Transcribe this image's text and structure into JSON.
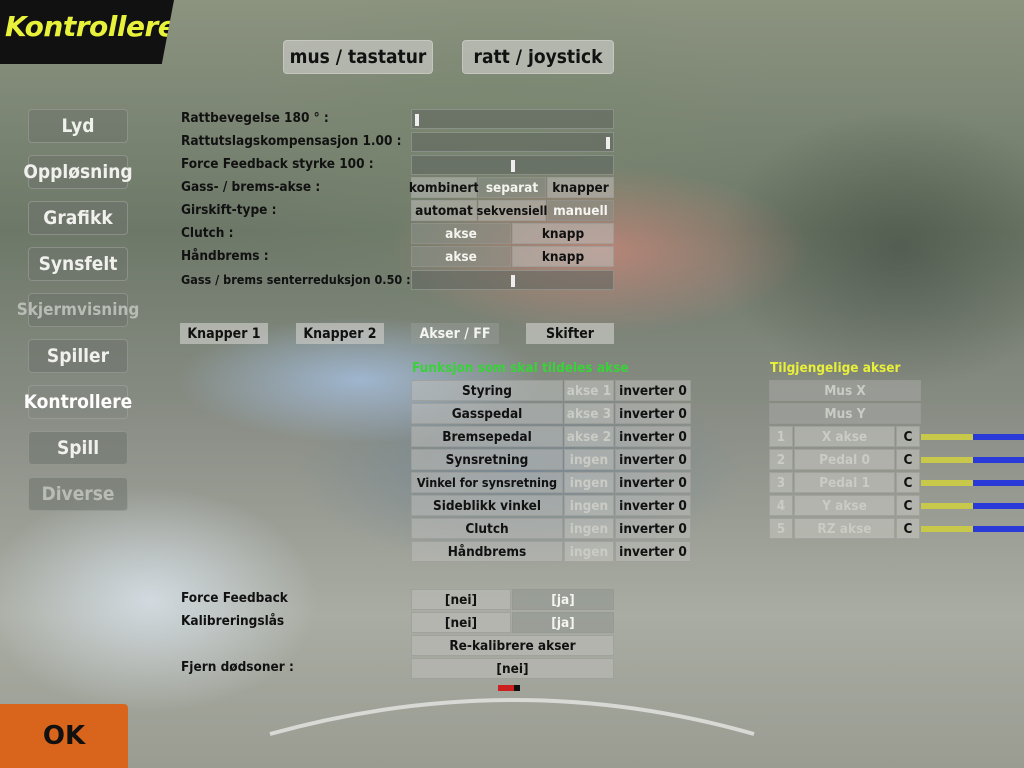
{
  "title": "Kontrollere",
  "top_tabs": [
    "mus / tastatur",
    "ratt / joystick"
  ],
  "menu": [
    {
      "label": "Lyd"
    },
    {
      "label": "Oppløsning"
    },
    {
      "label": "Grafikk"
    },
    {
      "label": "Synsfelt"
    },
    {
      "label": "Skjermvisning"
    },
    {
      "label": "Spiller"
    },
    {
      "label": "Kontrollere"
    },
    {
      "label": "Spill"
    },
    {
      "label": "Diverse"
    }
  ],
  "ok_label": "OK",
  "settings": {
    "rattbevegelse_label": "Rattbevegelse 180 ° :",
    "rattbevegelse_value": 0.0,
    "rattutslag_label": "Rattutslagskompensasjon 1.00 :",
    "rattutslag_value": 1.0,
    "ff_styrke_label": "Force Feedback styrke 100 :",
    "ff_styrke_value": 0.5,
    "gass_brems_akse_label": "Gass- / brems-akse :",
    "gass_brems_akse_options": [
      "kombinert",
      "separat",
      "knapper"
    ],
    "girskift_label": "Girskift-type :",
    "girskift_options": [
      "automat",
      "sekvensiell",
      "manuell"
    ],
    "clutch_label": "Clutch :",
    "clutch_options": [
      "akse",
      "knapp"
    ],
    "handbrems_label": "Håndbrems :",
    "handbrems_options": [
      "akse",
      "knapp"
    ],
    "senterreduksjon_label": "Gass / brems senterreduksjon 0.50 :",
    "senterreduksjon_value": 0.5
  },
  "sub_tabs": [
    "Knapper 1",
    "Knapper 2",
    "Akser / FF",
    "Skifter"
  ],
  "function_header": "Funksjon som skal tildeles akse",
  "functions": [
    {
      "name": "Styring",
      "axis": "akse 1",
      "invert": "inverter 0"
    },
    {
      "name": "Gasspedal",
      "axis": "akse 3",
      "invert": "inverter 0"
    },
    {
      "name": "Bremsepedal",
      "axis": "akse 2",
      "invert": "inverter 0"
    },
    {
      "name": "Synsretning",
      "axis": "ingen",
      "invert": "inverter 0"
    },
    {
      "name": "Vinkel for synsretning",
      "axis": "ingen",
      "invert": "inverter 0"
    },
    {
      "name": "Sideblikk vinkel",
      "axis": "ingen",
      "invert": "inverter 0"
    },
    {
      "name": "Clutch",
      "axis": "ingen",
      "invert": "inverter 0"
    },
    {
      "name": "Håndbrems",
      "axis": "ingen",
      "invert": "inverter 0"
    }
  ],
  "axes_header": "Tilgjengelige akser",
  "mouse_axes": [
    "Mus X",
    "Mus Y"
  ],
  "axes": [
    {
      "num": "1",
      "name": "X akse",
      "c": "C"
    },
    {
      "num": "2",
      "name": "Pedal 0",
      "c": "C"
    },
    {
      "num": "3",
      "name": "Pedal 1",
      "c": "C"
    },
    {
      "num": "4",
      "name": "Y akse",
      "c": "C"
    },
    {
      "num": "5",
      "name": "RZ akse",
      "c": "C"
    }
  ],
  "bottom": {
    "ff_label": "Force Feedback",
    "ff_options": [
      "[nei]",
      "[ja]"
    ],
    "kalib_label": "Kalibreringslås",
    "kalib_options": [
      "[nei]",
      "[ja]"
    ],
    "rekalibrer_label": "Re-kalibrere akser",
    "dodsoner_label": "Fjern dødsoner :",
    "dodsoner_value": "[nei]"
  },
  "colors": {
    "title_text": "#e8f23a",
    "ok_bg": "#d9651c",
    "function_header": "#3ad23a",
    "axes_header": "#e8f03a",
    "axis_bar_yellow": "#c8c84a",
    "axis_bar_blue": "#2a3ad8",
    "wheel_indicator": "#cc2020"
  }
}
